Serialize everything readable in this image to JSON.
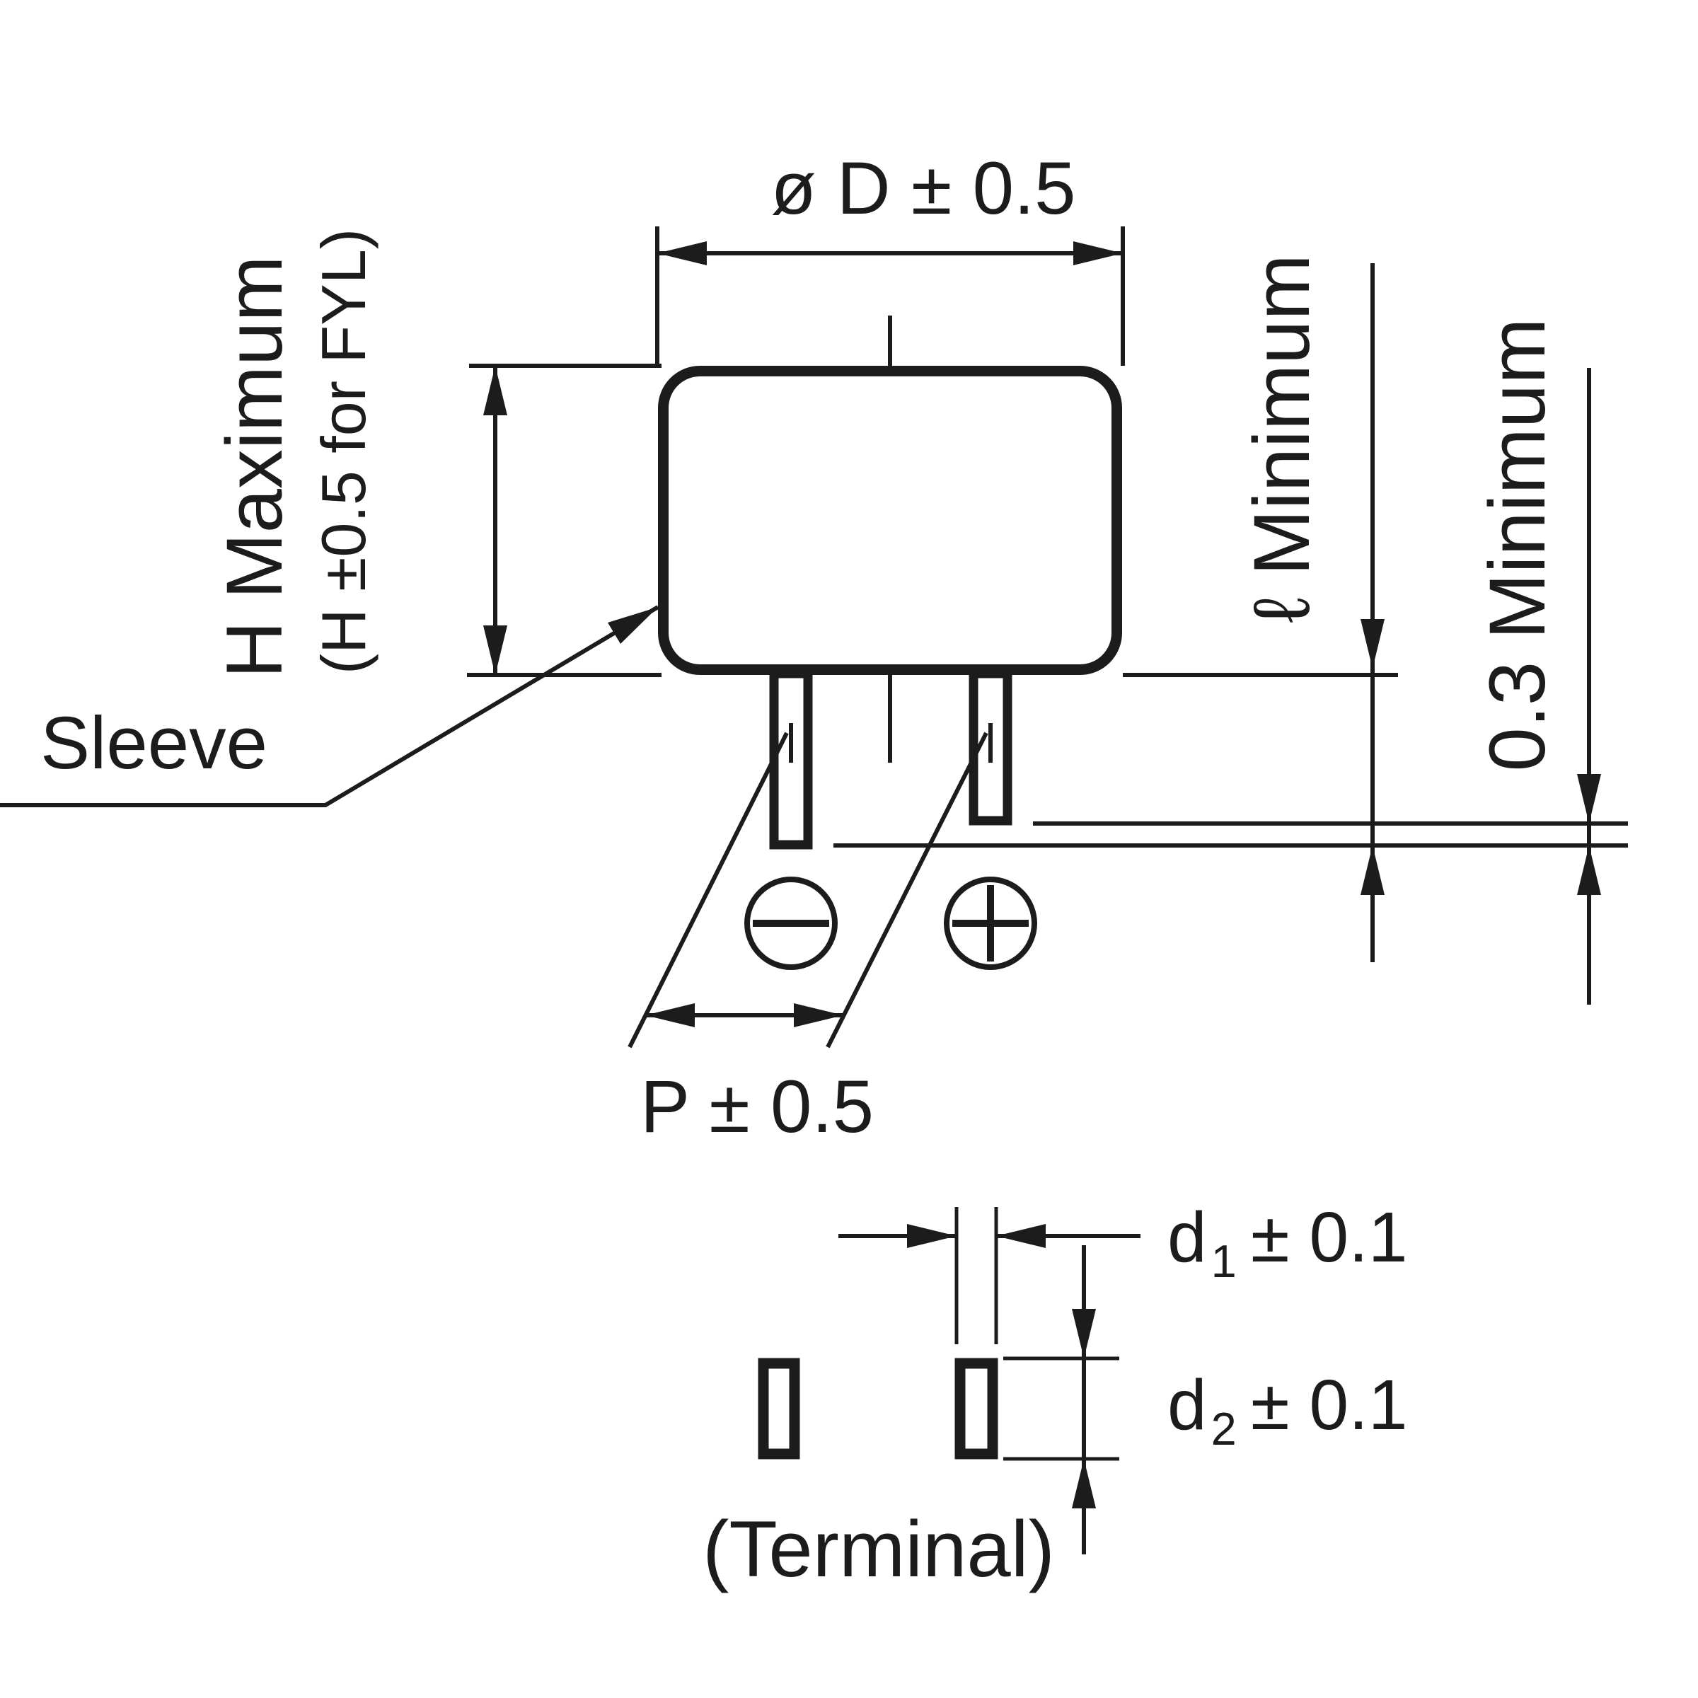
{
  "meta": {
    "background": "#ffffff",
    "ink": "#1c1c1c"
  },
  "drawing": {
    "diameter_label": "ø D ± 0.5",
    "height_label": "H Maximum",
    "height_note": "(H ±0.5 for FYL)",
    "sleeve_label": "Sleeve",
    "lead_length_label": "ℓ Minimum",
    "tip_offset_label": "0.3 Minimum",
    "pitch_label": "P ± 0.5",
    "terminal_label": "(Terminal)",
    "d1": {
      "base": "d",
      "sub": "1",
      "tolerance": "± 0.1"
    },
    "d2": {
      "base": "d",
      "sub": "2",
      "tolerance": "± 0.1"
    },
    "icons": {
      "negative_polarity": "minus-in-circle",
      "positive_polarity": "plus-in-circle"
    }
  }
}
